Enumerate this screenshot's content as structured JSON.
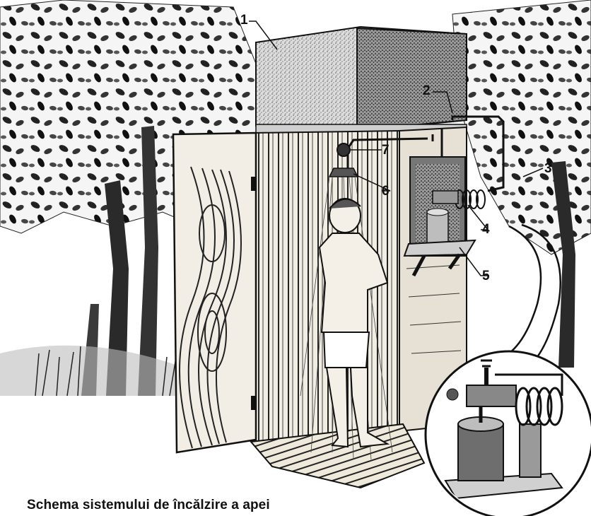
{
  "caption": "Schema sistemului de încălzire a apei",
  "labels": {
    "l1": "1",
    "l2": "2",
    "l3": "3",
    "l4": "4",
    "l5": "5",
    "l6": "6",
    "l7": "7"
  },
  "colors": {
    "ink": "#111111",
    "paper": "#ffffff",
    "wood": "#e9e4d9",
    "tank_shade": "#8a8a8a"
  }
}
